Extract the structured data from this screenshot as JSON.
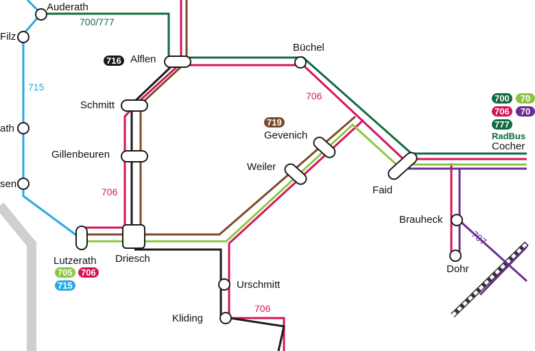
{
  "colors": {
    "green": "#0f6b3c",
    "magenta": "#d4145a",
    "brown": "#7a4a2a",
    "black": "#1a1a1a",
    "lime": "#8cc63f",
    "cyan": "#2aa8e0",
    "purple": "#6b2c91",
    "gray": "#cfcfcf"
  },
  "stations": {
    "auderath": "Auderath",
    "filz": "Filz",
    "hath": "ath",
    "hsen": "sen",
    "alflen": "Alflen",
    "buechel": "Büchel",
    "schmitt": "Schmitt",
    "gillenbeuren": "Gillenbeuren",
    "gevenich": "Gevenich",
    "weiler": "Weiler",
    "faid": "Faid",
    "brauheck": "Brauheck",
    "dohr": "Dohr",
    "cochem": "Cocher",
    "lutzerath": "Lutzerath",
    "driesch": "Driesch",
    "urschmitt": "Urschmitt",
    "kliding": "Kliding"
  },
  "route_labels": {
    "r700_777": "700/777",
    "r715": "715",
    "r706_buechel": "706",
    "r706_gillen": "706",
    "r706_kliding": "706",
    "r707": "707"
  },
  "badges": {
    "alflen_716": "716",
    "gevenich_719": "719",
    "lutz_705": "705",
    "lutz_706": "706",
    "lutz_715": "715",
    "coch_700": "700",
    "coch_70x_lime": "70",
    "coch_706": "706",
    "coch_70x_purple": "70",
    "coch_777": "777",
    "coch_radbus": "RadBus"
  }
}
